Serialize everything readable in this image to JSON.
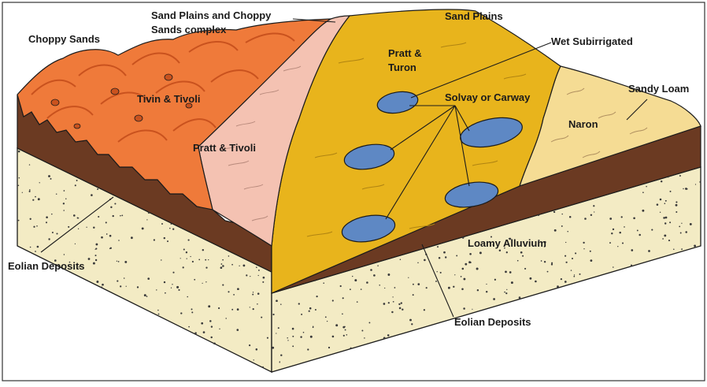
{
  "diagram": {
    "colors": {
      "choppy": "#ef7a3a",
      "choppy_dark": "#c9521e",
      "pink": "#f4c2b2",
      "yellow": "#e8b41c",
      "tan": "#f5dc94",
      "wet": "#5e88c4",
      "soil": "#6b3a22",
      "eolian": "#f3ebc4",
      "outline": "#1b1b1b"
    },
    "labels": {
      "choppy_sands": "Choppy Sands",
      "complex_line1": "Sand Plains and Choppy",
      "complex_line2": "Sands complex",
      "sand_plains": "Sand Plains",
      "wet_subirrigated": "Wet Subirrigated",
      "pratt_turon_line1": "Pratt &",
      "pratt_turon_line2": "Turon",
      "solvay_carway": "Solvay or Carway",
      "tivin_tivoli": "Tivin & Tivoli",
      "pratt_tivoli": "Pratt & Tivoli",
      "naron": "Naron",
      "sandy_loam": "Sandy Loam",
      "loamy_alluvium": "Loamy Alluvium",
      "eolian_left": "Eolian Deposits",
      "eolian_bottom": "Eolian Deposits"
    }
  }
}
